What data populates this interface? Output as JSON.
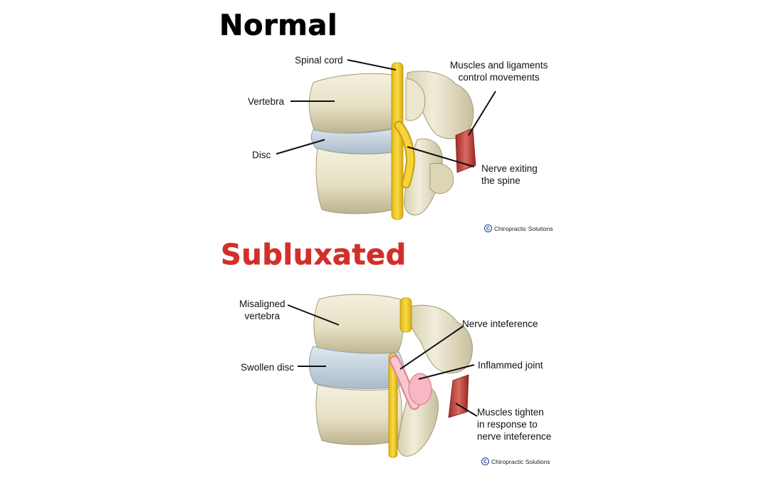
{
  "colors": {
    "heading_normal": "#000000",
    "heading_subluxated": "#d42e2a",
    "bone": "#e9e4cc",
    "bone_shadow": "#b9b08e",
    "disc": "#c9d6e0",
    "nerve": "#f1cf2c",
    "muscle": "#c1403b",
    "inflamed": "#f4b8c0"
  },
  "normal": {
    "title": "Normal",
    "labels": {
      "spinal_cord": "Spinal cord",
      "vertebra": "Vertebra",
      "disc": "Disc",
      "muscles": "Muscles and ligaments\ncontrol movements",
      "nerve_exiting": "Nerve exiting\nthe spine"
    },
    "credit": "Chiropractic Solutions"
  },
  "subluxated": {
    "title": "Subluxated",
    "labels": {
      "misaligned": "Misaligned\nvertebra",
      "swollen_disc": "Swollen disc",
      "nerve_interference": "Nerve inteference",
      "inflamed_joint": "Inflammed joint",
      "muscles_tighten": "Muscles tighten\nin response to\nnerve inteference"
    },
    "credit": "Chiropractic Solutions"
  },
  "icons": {
    "copyright": "copyright-icon"
  }
}
